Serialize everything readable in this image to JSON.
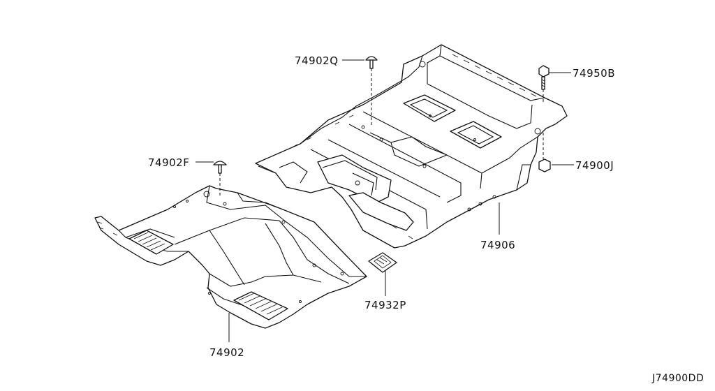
{
  "diagram": {
    "code": "J74900DD",
    "callouts": [
      {
        "id": "rear-clip",
        "label": "74902Q"
      },
      {
        "id": "rear-bolt",
        "label": "74950B"
      },
      {
        "id": "front-clip",
        "label": "74902F"
      },
      {
        "id": "rear-nut",
        "label": "74900J"
      },
      {
        "id": "rear-floor",
        "label": "74906"
      },
      {
        "id": "patch",
        "label": "74932P"
      },
      {
        "id": "front-floor",
        "label": "74902"
      }
    ]
  }
}
